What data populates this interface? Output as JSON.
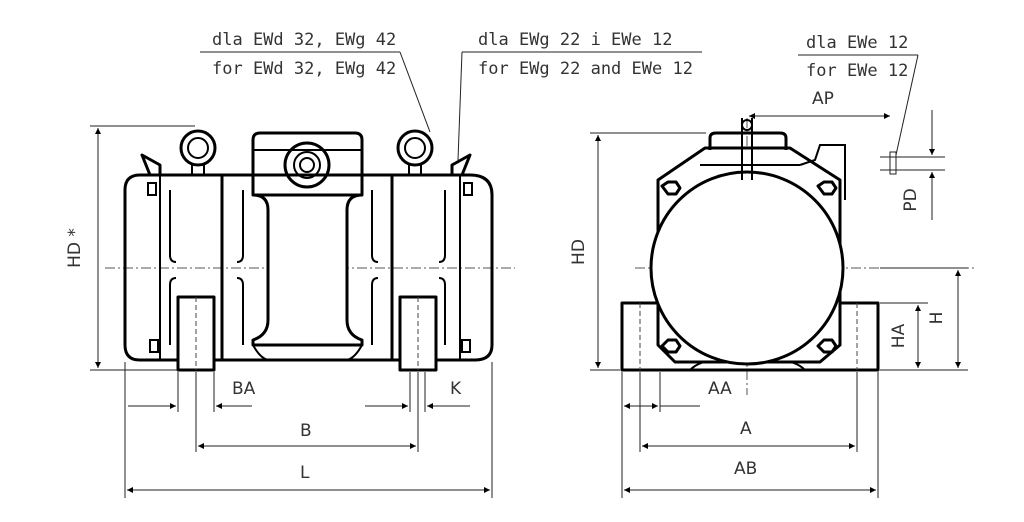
{
  "notes": {
    "note1_pl": "dla EWd 32, EWg 42",
    "note1_en": "for EWd 32, EWg 42",
    "note2_pl": "dla EWg 22 i EWe 12",
    "note2_en": "for EWg 22 and EWe 12",
    "note3_pl": "dla EWe 12",
    "note3_en": "for EWe 12"
  },
  "dims": {
    "HD_star": "HD *",
    "BA": "BA",
    "K": "K",
    "B": "B",
    "L": "L",
    "AP": "AP",
    "PD": "PD",
    "HD": "HD",
    "H": "H",
    "HA": "HA",
    "AA": "AA",
    "A": "A",
    "AB": "AB"
  }
}
